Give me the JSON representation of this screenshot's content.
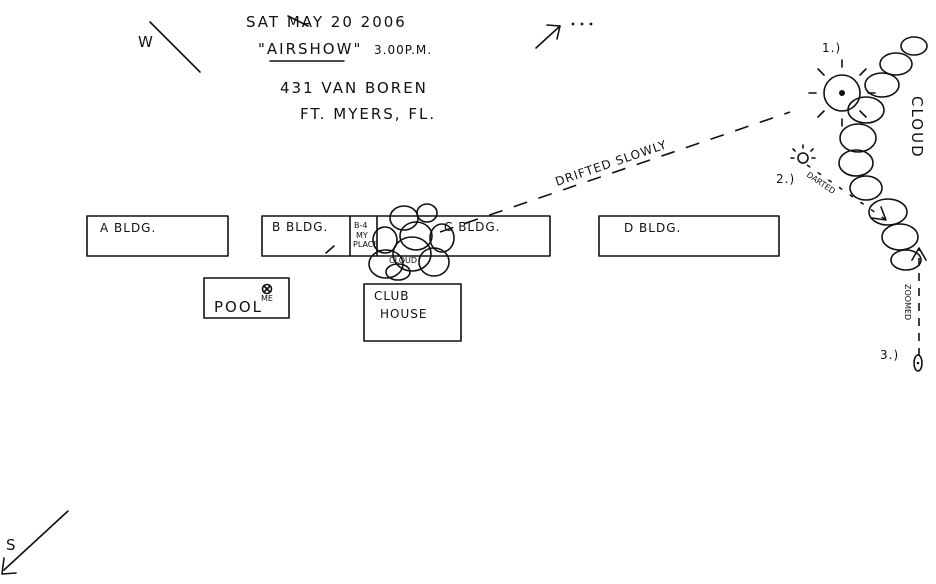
{
  "header": {
    "date": "SAT MAY 20 2006",
    "event": "\"AIRSHOW\"",
    "time": "3.00P.M.",
    "address_line1": "431 VAN BOREN",
    "address_line2": "FT. MYERS, FL."
  },
  "compass": {
    "west": "W",
    "south": "S"
  },
  "buildings": {
    "a": "A BLDG.",
    "b": "B BLDG.",
    "b4_unit": "B-4",
    "b4_note_line1": "MY",
    "b4_note_line2": "PLACE",
    "c": "C BLDG.",
    "d": "D BLDG.",
    "pool": "POOL",
    "me": "ME",
    "clubhouse_line1": "CLUB",
    "clubhouse_line2": "HOUSE"
  },
  "annotations": {
    "cloud_small": "CLOUD",
    "cloud_large": "CLOUD",
    "drifted": "DRIFTED SLOWLY",
    "darted": "DARTED",
    "zoomed": "ZOOMED",
    "pos1": "1.)",
    "pos2": "2.)",
    "pos3": "3.)"
  }
}
